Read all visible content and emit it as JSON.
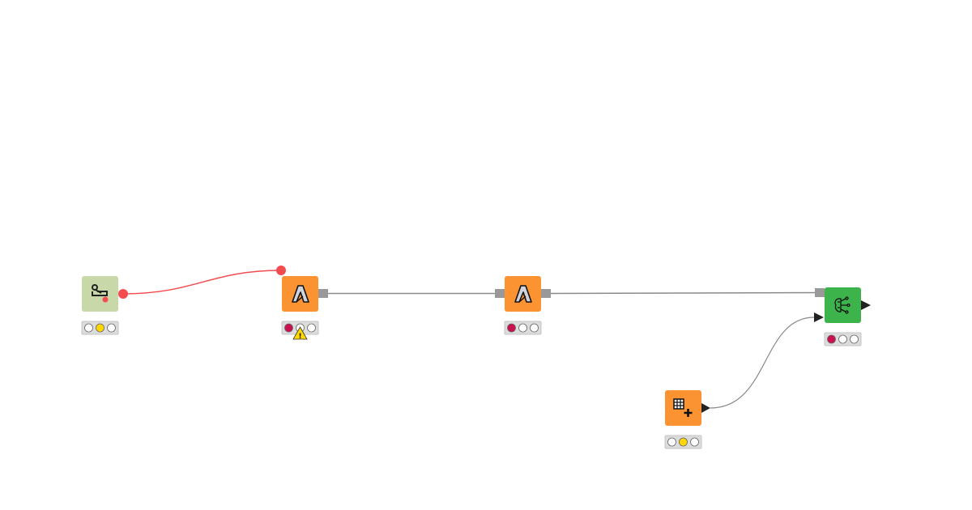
{
  "canvas": {
    "background": "#ffffff"
  },
  "colors": {
    "source_node": "#c8d8a8",
    "manipulator_node": "#fb9332",
    "learner_node": "#3cb44b",
    "port_gray": "#999999",
    "connection_gray": "#8a8a8a",
    "connection_error": "#f34c50",
    "status_bar": "#dcdcdc",
    "status_red": "#cc0f50",
    "status_yellow": "#ffd800",
    "status_off": "#ffffff",
    "warning": "#ffd800"
  },
  "nodes": [
    {
      "id": "n1",
      "icon": "database-connector-icon",
      "type": "source",
      "status": "configured",
      "warning": false
    },
    {
      "id": "n2",
      "icon": "azure-icon",
      "type": "manipulator",
      "status": "not-configured",
      "warning": true
    },
    {
      "id": "n3",
      "icon": "azure-icon",
      "type": "manipulator",
      "status": "not-configured",
      "warning": false
    },
    {
      "id": "n4",
      "icon": "brain-network-icon",
      "type": "learner",
      "status": "not-configured",
      "warning": false
    },
    {
      "id": "n5",
      "icon": "table-add-icon",
      "type": "manipulator",
      "status": "configured",
      "warning": false
    }
  ],
  "connections": [
    {
      "from": "n1",
      "to": "n2",
      "kind": "error"
    },
    {
      "from": "n2",
      "to": "n3",
      "kind": "normal"
    },
    {
      "from": "n3",
      "to": "n4",
      "kind": "normal"
    },
    {
      "from": "n5",
      "to": "n4",
      "kind": "normal"
    }
  ]
}
